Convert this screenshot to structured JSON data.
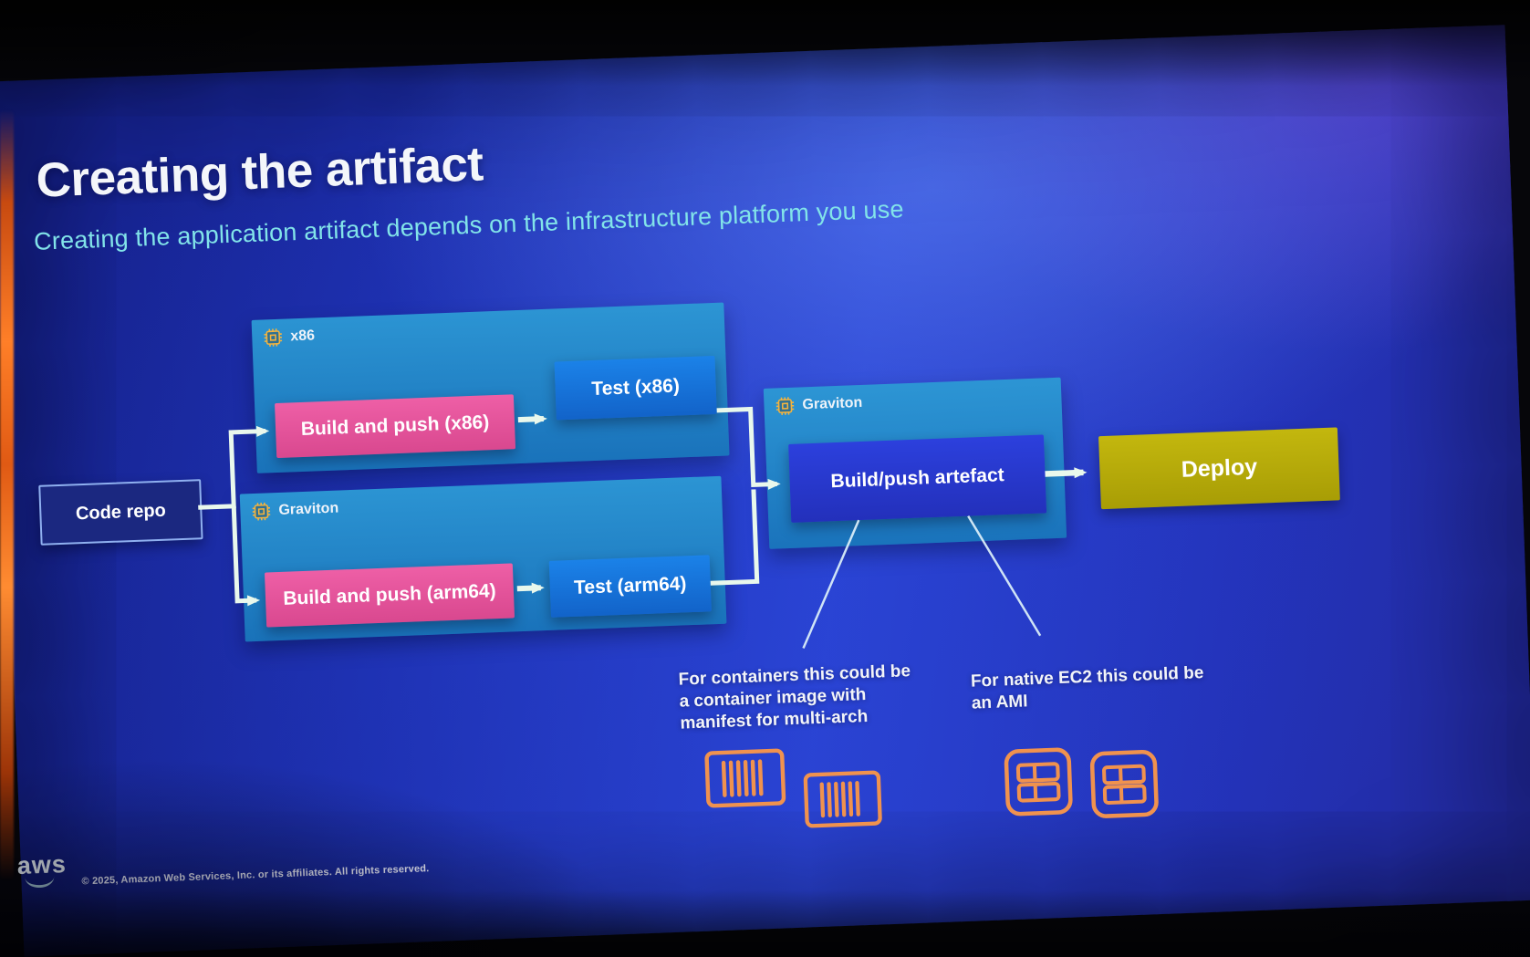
{
  "slide": {
    "title": "Creating the artifact",
    "subtitle": "Creating the application artifact depends on the infrastructure platform you use"
  },
  "diagram": {
    "code_repo": "Code repo",
    "x86_group": {
      "label": "x86",
      "build": "Build and push (x86)",
      "test": "Test (x86)"
    },
    "arm_group": {
      "label": "Graviton",
      "build": "Build and push (arm64)",
      "test": "Test (arm64)"
    },
    "artifact_group": {
      "label": "Graviton",
      "build": "Build/push artefact"
    },
    "deploy": "Deploy",
    "notes": {
      "containers": "For containers this could be a container image with manifest for multi-arch",
      "ec2": "For native EC2 this could be an AMI"
    }
  },
  "footer": {
    "logo": "aws",
    "copyright": "© 2025, Amazon Web Services, Inc. or its affiliates. All rights reserved."
  },
  "colors": {
    "slide_bg": "#2438c4",
    "panel_blue": "#1e8ccd",
    "build_pink": "#e75a9f",
    "test_blue": "#1472dc",
    "artifact_blue": "#2a3ad6",
    "deploy_gold": "#b9ab0a",
    "connector_green": "#e9f8ec",
    "icon_orange": "#f0924e",
    "chip_yellow": "#f5b43e",
    "subtitle_cyan": "#82e4e9"
  }
}
